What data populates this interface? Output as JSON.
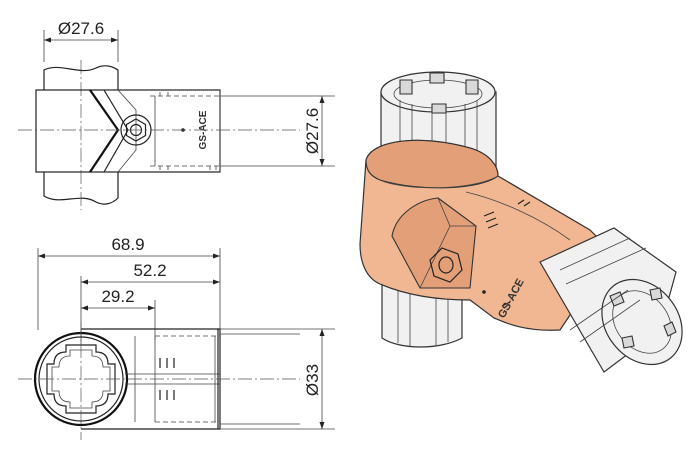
{
  "dimensions": {
    "top_tube_diameter": "Ø27.6",
    "right_tube_diameter": "Ø27.6",
    "overall_length": "68.9",
    "mid_length": "52.2",
    "inner_length": "29.2",
    "body_diameter": "Ø33"
  },
  "branding": {
    "top_view_logo": "GS-ACE",
    "iso_view_logo": "GS-ACE"
  },
  "colors": {
    "joint_body": "#f0b792",
    "tube": "#f1f1f1",
    "line": "#222222"
  }
}
